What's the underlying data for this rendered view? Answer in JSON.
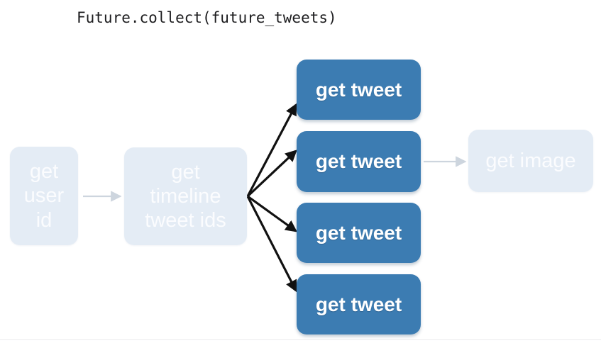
{
  "slide": {
    "title": "Future.collect(future_tweets)",
    "background_color": "#ffffff"
  },
  "palette": {
    "active_node_fill": "#3c7cb2",
    "active_node_text": "#ffffff",
    "faded_node_fill": "#e4ecf5",
    "faded_node_text": "#fbfcfe",
    "faded_edge": "#cdd5de",
    "active_edge": "#111111",
    "title_text": "#1d1d1f"
  },
  "nodes": [
    {
      "id": "get-user-id",
      "label": "get\nuser\nid",
      "label_lines": [
        "get",
        "user",
        "id"
      ],
      "state": "faded"
    },
    {
      "id": "get-timeline",
      "label": "get\ntimeline\ntweet ids",
      "label_lines": [
        "get",
        "timeline",
        "tweet ids"
      ],
      "state": "faded"
    },
    {
      "id": "get-tweet-1",
      "label": "get tweet",
      "label_lines": [
        "get tweet"
      ],
      "state": "active"
    },
    {
      "id": "get-tweet-2",
      "label": "get tweet",
      "label_lines": [
        "get tweet"
      ],
      "state": "active"
    },
    {
      "id": "get-tweet-3",
      "label": "get tweet",
      "label_lines": [
        "get tweet"
      ],
      "state": "active"
    },
    {
      "id": "get-tweet-4",
      "label": "get tweet",
      "label_lines": [
        "get tweet"
      ],
      "state": "active"
    },
    {
      "id": "get-image",
      "label": "get image",
      "label_lines": [
        "get image"
      ],
      "state": "faded"
    }
  ],
  "edges": [
    {
      "id": "user-id-to-timeline",
      "from": "get-user-id",
      "to": "get-timeline",
      "state": "faded"
    },
    {
      "id": "timeline-to-tweet-1",
      "from": "get-timeline",
      "to": "get-tweet-1",
      "state": "active"
    },
    {
      "id": "timeline-to-tweet-2",
      "from": "get-timeline",
      "to": "get-tweet-2",
      "state": "active"
    },
    {
      "id": "timeline-to-tweet-3",
      "from": "get-timeline",
      "to": "get-tweet-3",
      "state": "active"
    },
    {
      "id": "timeline-to-tweet-4",
      "from": "get-timeline",
      "to": "get-tweet-4",
      "state": "active"
    },
    {
      "id": "tweet-2-to-image",
      "from": "get-tweet-2",
      "to": "get-image",
      "state": "faded"
    }
  ]
}
